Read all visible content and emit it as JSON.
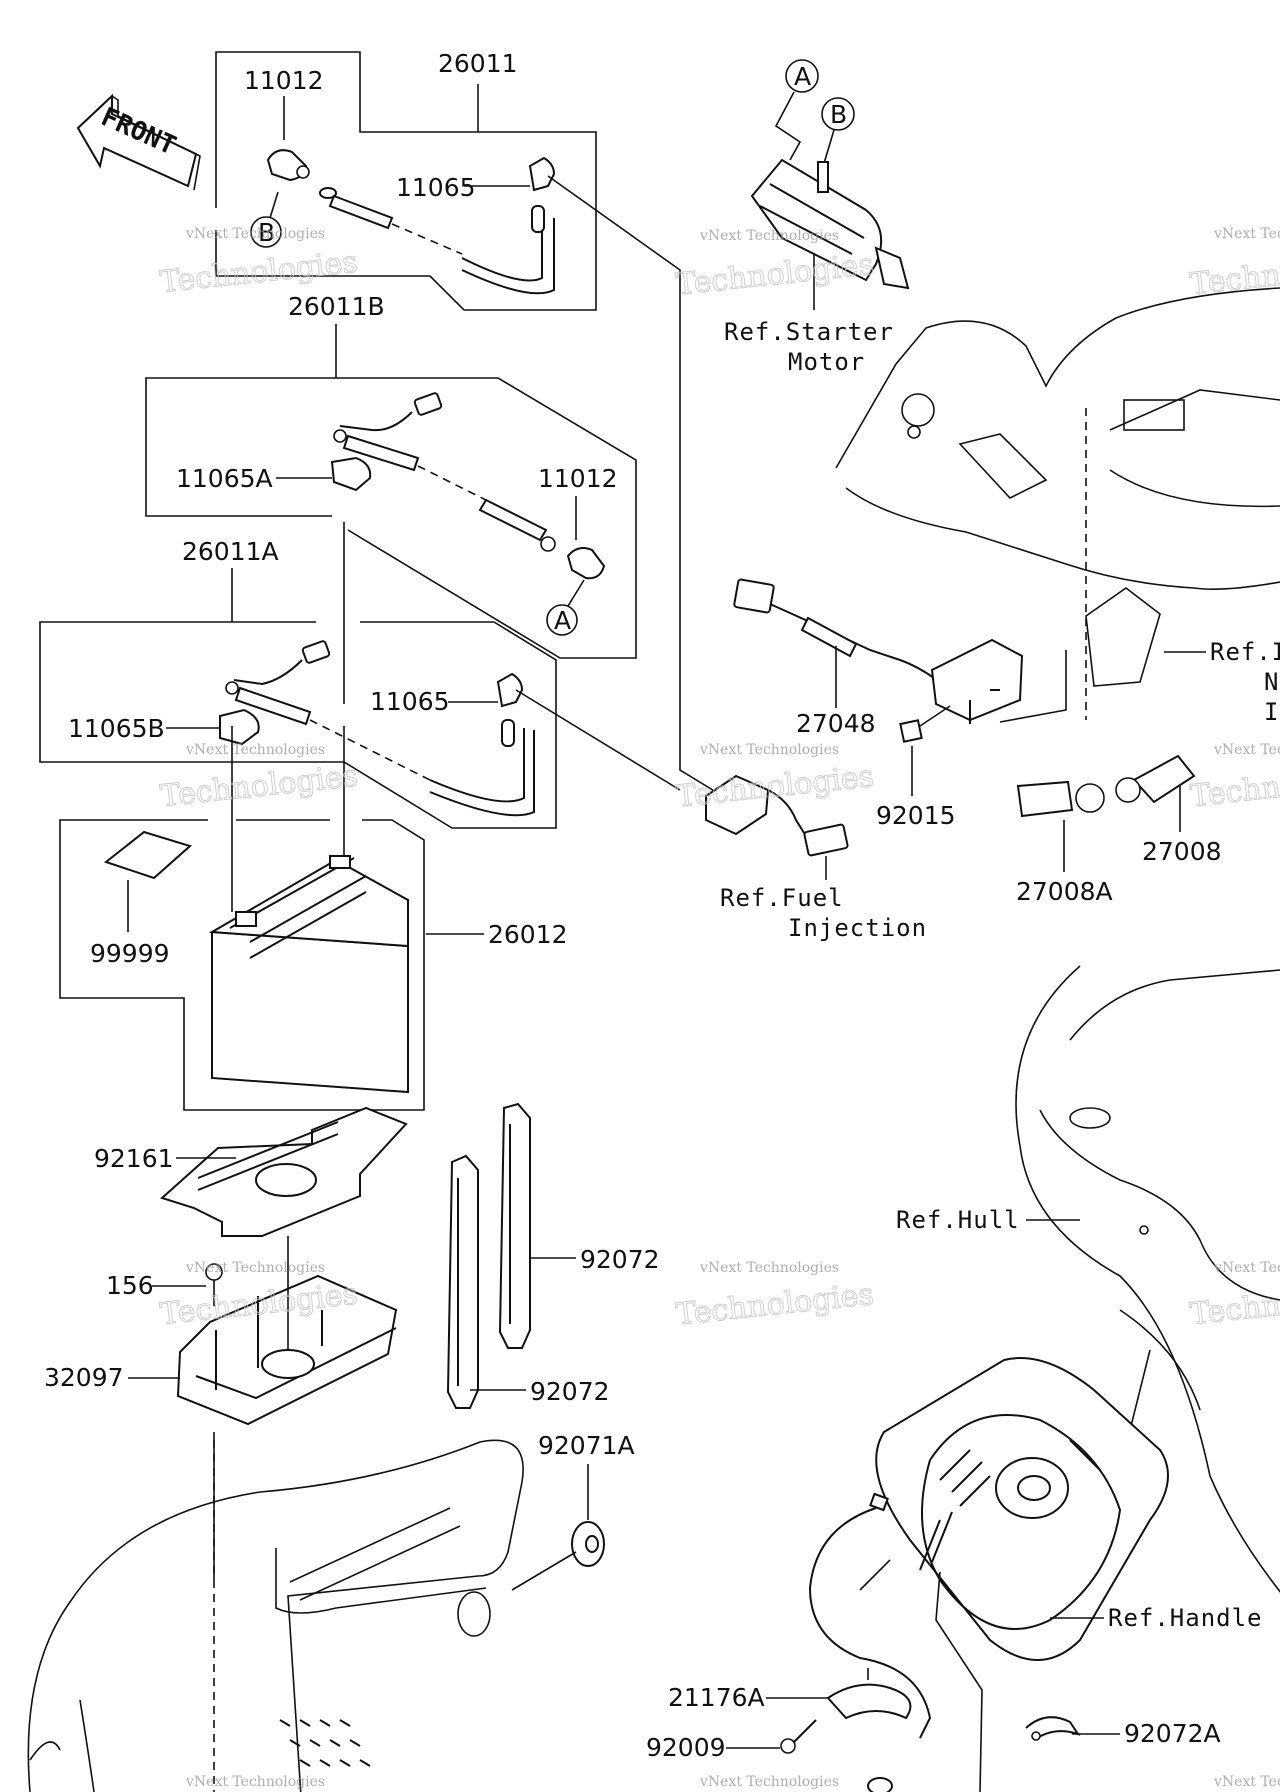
{
  "front_label": "FRONT",
  "callouts": {
    "A": "A",
    "B": "B"
  },
  "watermark": {
    "line1": "vNext Technologies",
    "line2": "Technologies"
  },
  "parts": {
    "p26011": "26011",
    "p11012_top": "11012",
    "p11065_top": "11065",
    "p26011B": "26011B",
    "p11065A": "11065A",
    "p11012_mid": "11012",
    "p26011A": "26011A",
    "p11065_low": "11065",
    "p11065B": "11065B",
    "p99999": "99999",
    "p26012": "26012",
    "p92161": "92161",
    "p156": "156",
    "p32097": "32097",
    "p92072_a": "92072",
    "p92072_b": "92072",
    "p92071A": "92071A",
    "p27048": "27048",
    "p92015": "92015",
    "p27008A": "27008A",
    "p27008": "27008",
    "p21176A": "21176A",
    "p92009": "92009",
    "p92072A": "92072A"
  },
  "refs": {
    "starter_line1": "Ref.Starter",
    "starter_line2": "Motor",
    "fuel_line1": "Ref.Fuel",
    "fuel_line2": "Injection",
    "hull": "Ref.Hull",
    "handle": "Ref.Handle",
    "right_cut": "Ref.I",
    "right_cut2": "N",
    "right_cut3": "I"
  }
}
